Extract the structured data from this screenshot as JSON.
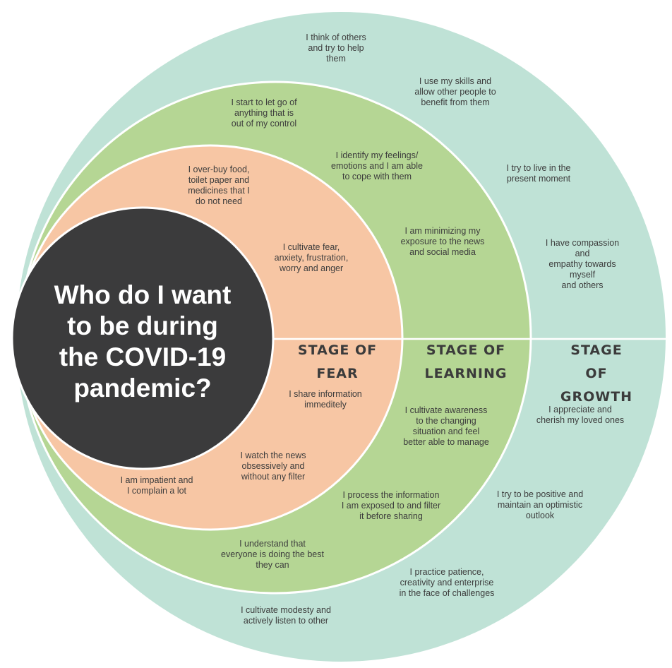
{
  "title": "Who do I want\nto be during\nthe COVID-19\npandemic?",
  "colors": {
    "growth": "#bfe2d6",
    "learning": "#b5d694",
    "fear": "#f7c6a4",
    "center": "#3b3b3c",
    "text": "#3d3d3d",
    "divider": "#ffffff"
  },
  "stages": {
    "fear": "Stage of\nFear",
    "learning": "Stage of\nLearning",
    "growth": "Stage of\nGrowth"
  },
  "fear_items": [
    "I over-buy food,\ntoilet paper and\nmedicines that I\ndo not need",
    "I cultivate fear,\nanxiety, frustration,\nworry and anger",
    "I share information\nimmeditely",
    "I watch the news\nobsessively and\nwithout any filter",
    "I am impatient and\nI complain a lot"
  ],
  "learning_items": [
    "I start to let go of\nanything that is\nout of my control",
    "I identify my feelings/\nemotions and I am able\nto cope with them",
    "I am minimizing my\nexposure to the news\nand social media",
    "I cultivate awareness\nto the changing\nsituation and feel\nbetter able to manage",
    "I process the information\nI am exposed to and filter\nit before sharing",
    "I understand that\neveryone is doing the best\nthey can"
  ],
  "growth_items": [
    "I think of others\nand try to help\nthem",
    "I use my skills and\nallow other people to\nbenefit from them",
    "I try to live in the\npresent moment",
    "I have compassion and\nempathy towards myself\nand others",
    "I appreciate and\ncherish my loved ones",
    "I try to be positive and\nmaintain an optimistic\noutlook",
    "I practice patience,\ncreativity and enterprise\nin the face of challenges",
    "I cultivate modesty and\nactively listen to other"
  ]
}
